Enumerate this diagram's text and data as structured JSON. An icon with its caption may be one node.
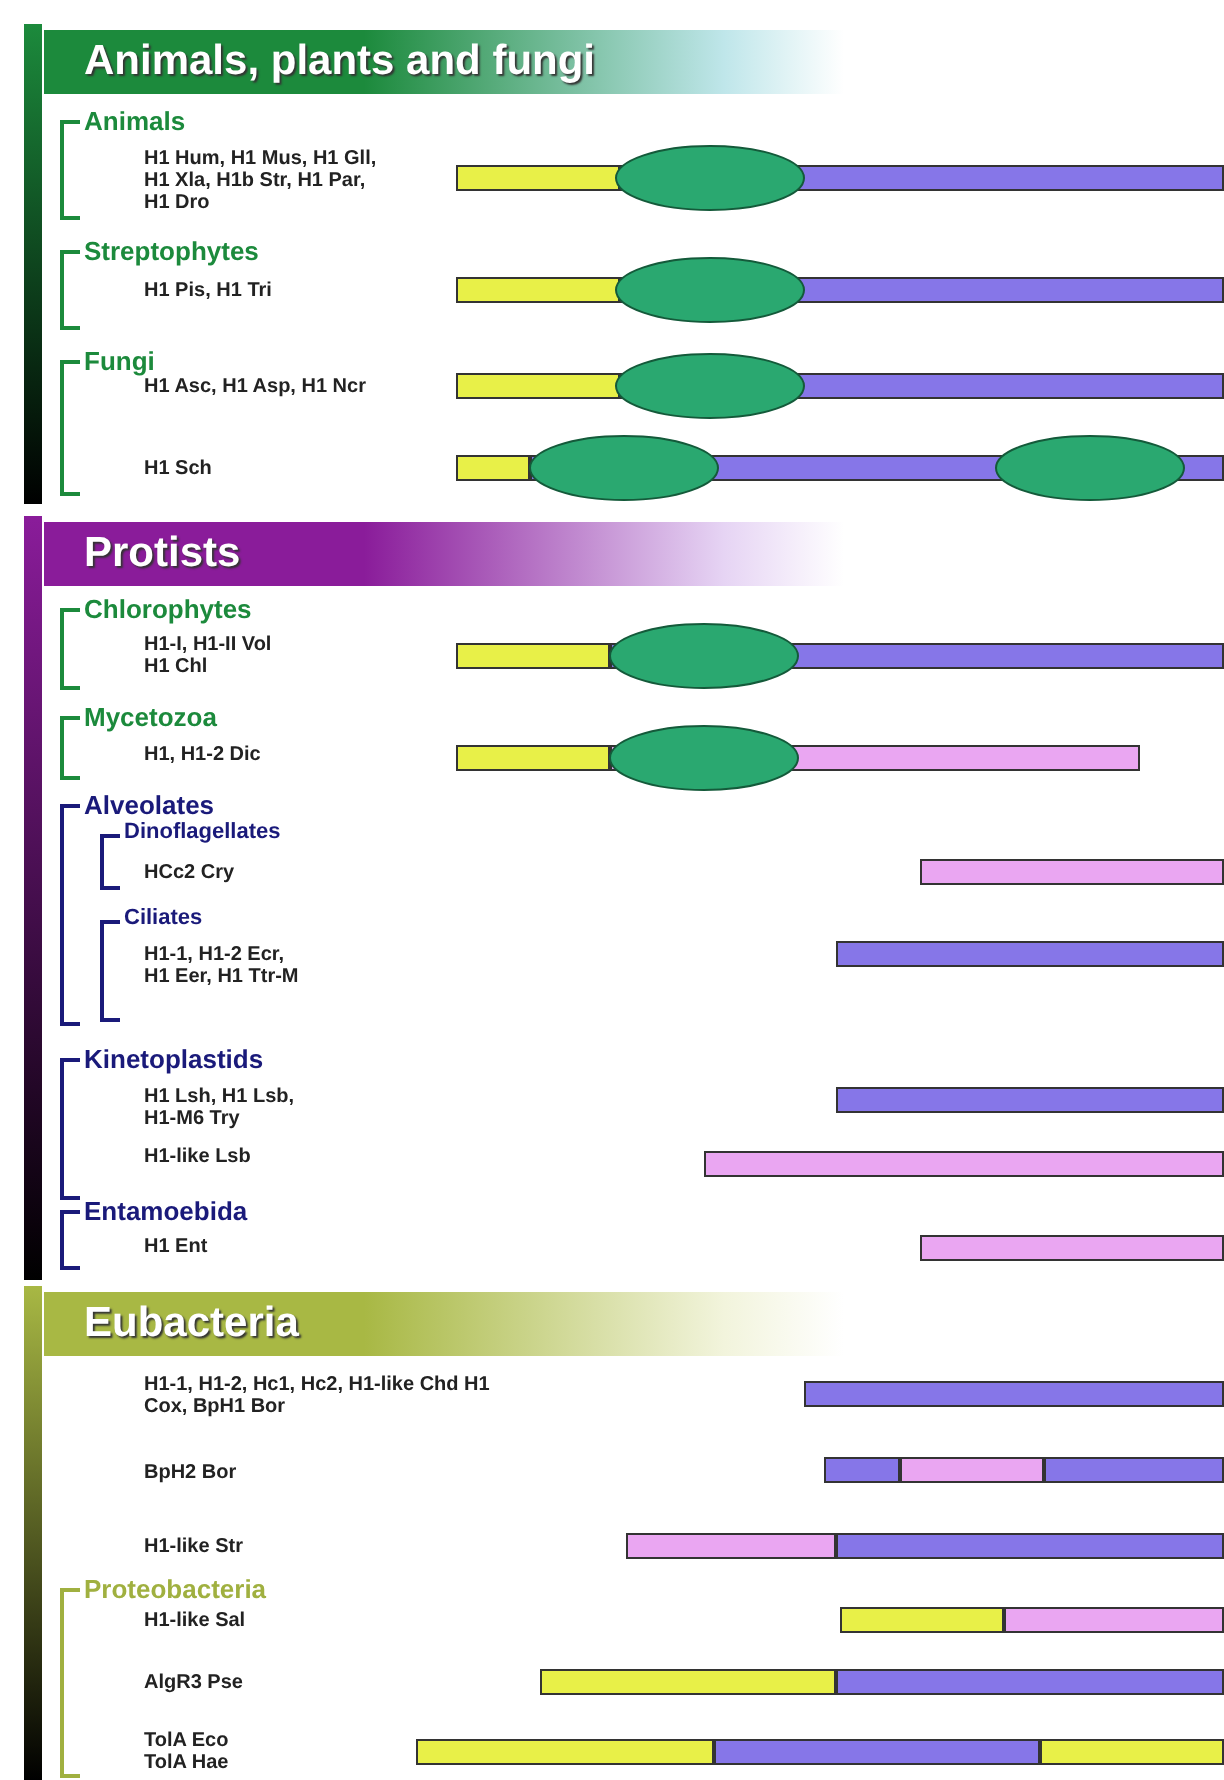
{
  "diagram": {
    "nodes": [
      {
        "text": [
          "Animals, plants and fungi"
        ]
      },
      {
        "text": [
          "Animals"
        ],
        "in": 0
      },
      {
        "text": [
          "H1 Hum, H1 Mus, H1 Gll, H1 Xla, H1b Str, H1 Par, H1 Dro"
        ],
        "in": 1
      },
      {
        "text": [
          "Streptophytes"
        ],
        "in": 0
      },
      {
        "text": [
          "H1 Pis, H1 Tri"
        ],
        "in": 3
      },
      {
        "text": [
          "Fungi"
        ],
        "in": 0
      },
      {
        "text": [
          "H1 Asc, H1 Asp, H1 Ncr"
        ],
        "in": 5
      },
      {
        "text": [
          "H1 Sch"
        ],
        "in": 5
      },
      {
        "text": [
          "Protists"
        ]
      },
      {
        "text": [
          "Chlorophytes"
        ],
        "in": 8
      },
      {
        "text": [
          "H1-I, H1-II Vol H1 Chl"
        ],
        "in": 9
      },
      {
        "text": [
          "Mycetozoa"
        ],
        "in": 8
      },
      {
        "text": [
          "H1, H1-2 Dic"
        ],
        "in": 11
      },
      {
        "text": [
          "Alveolates"
        ],
        "in": 8
      },
      {
        "text": [
          "Dinoflagellates"
        ],
        "in": 13
      },
      {
        "text": [
          "HCc2 Cry"
        ],
        "in": 14
      },
      {
        "text": [
          "Ciliates"
        ],
        "in": 13
      },
      {
        "text": [
          "H1-1, H1-2 Ecr, H1 Eer, H1 Ttr-M"
        ],
        "in": 16
      },
      {
        "text": [
          "Kinetoplastids"
        ],
        "in": 8
      },
      {
        "text": [
          "H1 Lsh, H1 Lsb, H1-M6 Try"
        ],
        "in": 18
      },
      {
        "text": [
          "H1-like Lsb"
        ],
        "in": 18
      },
      {
        "text": [
          "Entamoebida"
        ],
        "in": 8
      },
      {
        "text": [
          "H1 Ent"
        ],
        "in": 21
      },
      {
        "text": [
          "Eubacteria"
        ]
      },
      {
        "text": [
          "H1-1, H1-2, Hc1, Hc2, H1-like Chd H1 Cox, BpH1 Bor"
        ],
        "in": 23
      },
      {
        "text": [
          "BpH2 Bor"
        ],
        "in": 23
      },
      {
        "text": [
          "H1-like Str"
        ],
        "in": 23
      },
      {
        "text": [
          "Proteobacteria"
        ],
        "in": 23
      },
      {
        "text": [
          "H1-like Sal"
        ],
        "in": 27
      },
      {
        "text": [
          "AlgR3 Pse"
        ],
        "in": 27
      },
      {
        "text": [
          "TolA Eco TolA Hae"
        ],
        "in": 27
      }
    ]
  }
}
